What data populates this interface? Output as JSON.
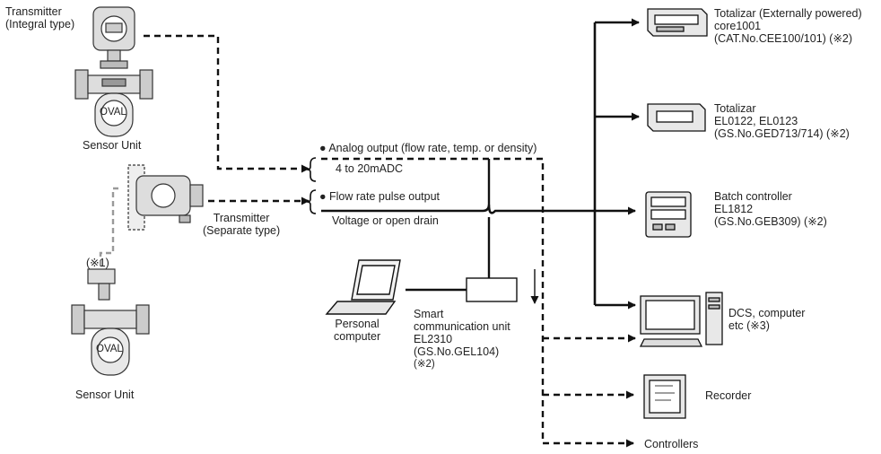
{
  "devices": {
    "transmitter_integral": {
      "line1": "Transmitter",
      "line2": "(Integral type)"
    },
    "sensor_unit_top": "Sensor Unit",
    "transmitter_separate": {
      "line1": "Transmitter",
      "line2": "(Separate type)"
    },
    "note_1": "(※1)",
    "sensor_unit_bottom": "Sensor Unit",
    "sensor_badge": "OVAL",
    "personal_computer": {
      "line1": "Personal",
      "line2": "computer"
    },
    "smart_unit": {
      "line1": "Smart",
      "line2": "communication unit",
      "line3": "EL2310",
      "line4": "(GS.No.GEL104)",
      "line5": "(※2)"
    }
  },
  "signals": {
    "analog_output": "● Analog output (flow rate, temp. or density)",
    "analog_range": "4 to 20mADC",
    "pulse_output": "● Flow rate pulse output",
    "pulse_type": "Voltage or open drain"
  },
  "outputs": {
    "totalizar_ext": {
      "line1": "Totalizar (Externally powered)",
      "line2": "core1001",
      "line3": "(CAT.No.CEE100/101) (※2)"
    },
    "totalizar": {
      "line1": "Totalizar",
      "line2": "EL0122, EL0123",
      "line3": "(GS.No.GED713/714) (※2)"
    },
    "batch_controller": {
      "line1": "Batch controller",
      "line2": "EL1812",
      "line3": "(GS.No.GEB309) (※2)"
    },
    "dcs": {
      "line1": "DCS, computer",
      "line2": "etc (※3)"
    },
    "recorder": "Recorder",
    "controllers": "Controllers"
  }
}
